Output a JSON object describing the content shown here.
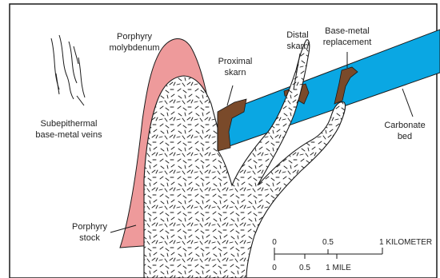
{
  "labels": {
    "porphyry_molybdenum": [
      "Porphyry",
      "molybdenum"
    ],
    "proximal_skarn": [
      "Proximal",
      "skarn"
    ],
    "distal_skarn": [
      "Distal",
      "skarn"
    ],
    "base_metal_replacement": [
      "Base-metal",
      "replacement"
    ],
    "subepithermal_veins": [
      "Subepithermal",
      "base-metal veins"
    ],
    "carbonate_bed": [
      "Carbonate",
      "bed"
    ],
    "porphyry_stock": [
      "Porphyry",
      "stock"
    ]
  },
  "scale": {
    "km_ticks": [
      "0",
      "0.5",
      "1 KILOMETER"
    ],
    "mile_ticks": [
      "0",
      "0.5",
      "1 MILE"
    ]
  },
  "colors": {
    "molybdenum_halo": "#EE9A9B",
    "carbonate_bed": "#0AA7E3",
    "skarn": "#7A4A2A",
    "intrusion": "#FFFFFF",
    "outline": "#1A1A1A"
  }
}
